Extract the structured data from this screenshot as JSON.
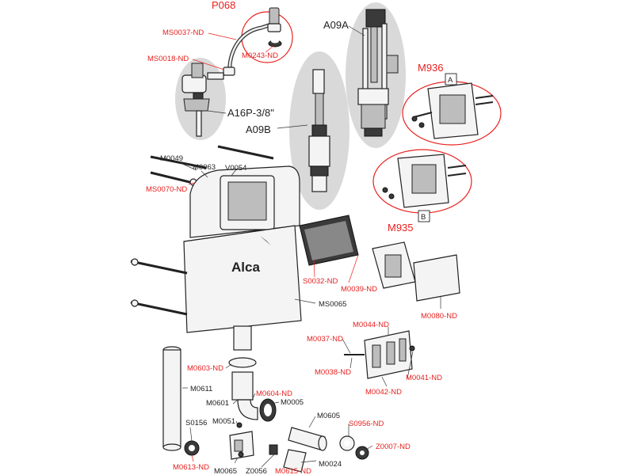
{
  "diagram": {
    "brand": "Alca",
    "labels": {
      "p068": "P068",
      "ms0037": "MS0037-ND",
      "m0243": "M0243-ND",
      "ms0018": "MS0018-ND",
      "a16p": "A16P-3/8\"",
      "a09b": "A09B",
      "a09a": "A09A",
      "m936": "M936",
      "box_a": "A",
      "m0049": "M0049",
      "m0063": "M0063",
      "v0054": "V0054",
      "ms0070": "MS0070-ND",
      "box_b": "B",
      "m935": "M935",
      "s0032": "S0032-ND",
      "m0039": "M0039-ND",
      "ms0065": "MS0065",
      "m0080": "M0080-ND",
      "m0044": "M0044-ND",
      "m0037": "M0037-ND",
      "m0038": "M0038-ND",
      "m0042": "M0042-ND",
      "m0041": "M0041-ND",
      "m0603": "M0603-ND",
      "m0611": "M0611",
      "m0601": "M0601",
      "m0604": "M0604-ND",
      "m0005": "M0005",
      "m0605": "M0605",
      "s0956": "S0956-ND",
      "z0007": "Z0007-ND",
      "s0156": "S0156",
      "m0051": "M0051",
      "m0613": "M0613-ND",
      "m0065": "M0065",
      "z0056": "Z0056",
      "m0615": "M0615-ND",
      "m0024": "M0024"
    }
  }
}
